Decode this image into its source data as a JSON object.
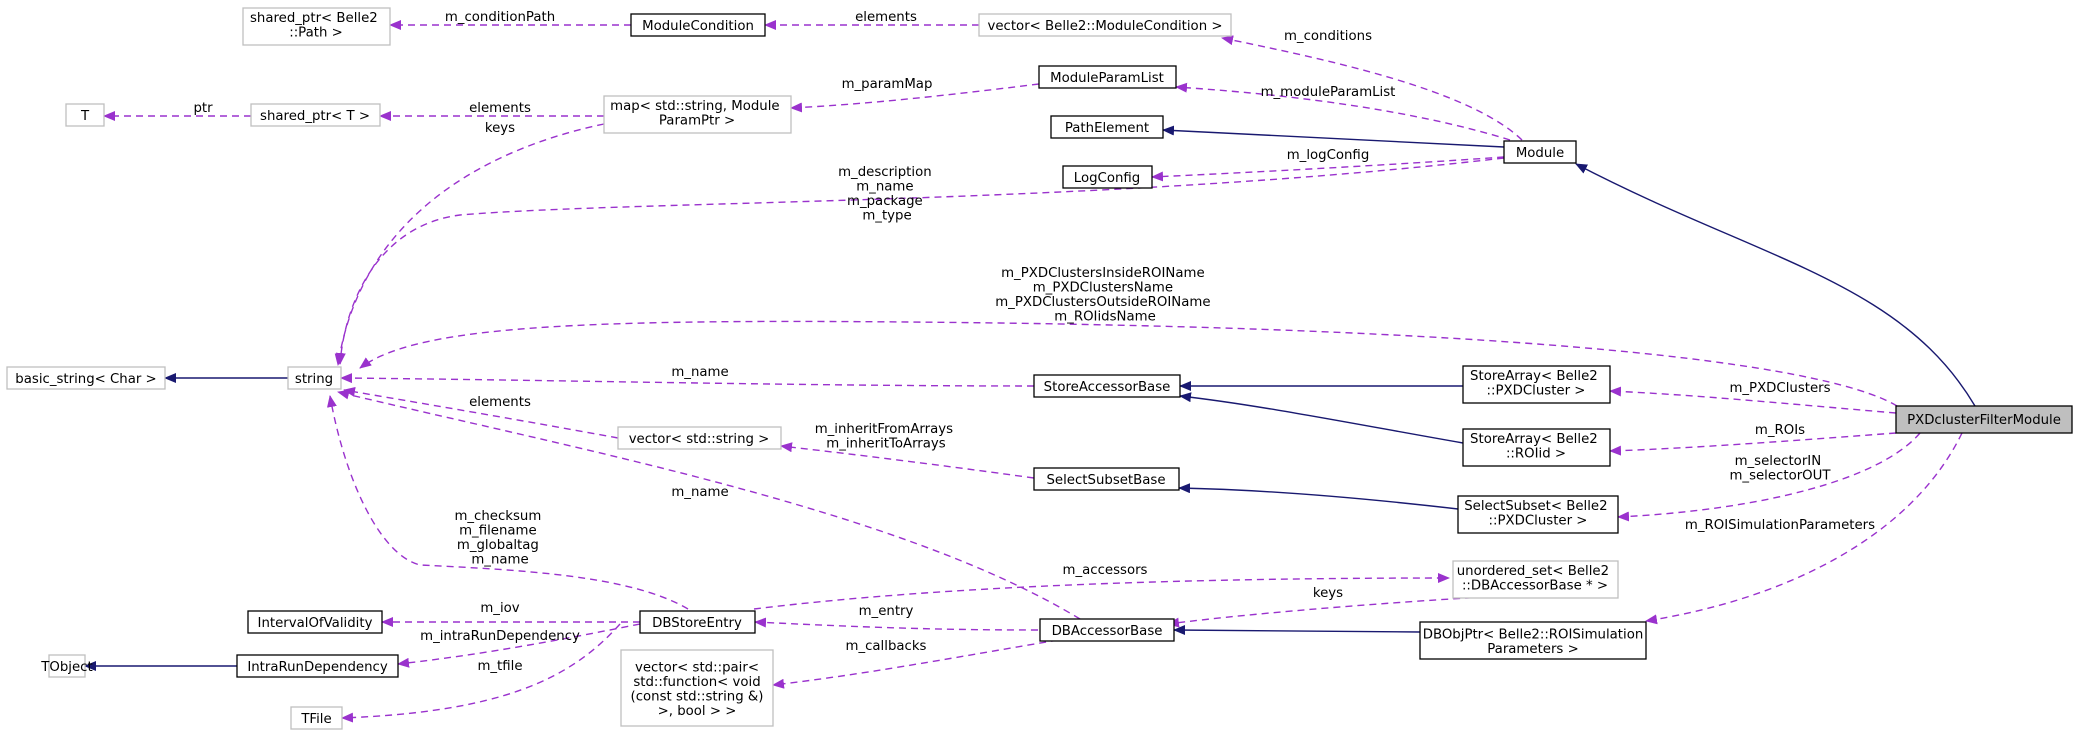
{
  "diagram": {
    "nodes": {
      "shared_ptr_path": [
        "shared_ptr< Belle2",
        "::Path >"
      ],
      "module_condition": [
        "ModuleCondition"
      ],
      "vector_module_condition": [
        "vector< Belle2::ModuleCondition >"
      ],
      "t": [
        "T"
      ],
      "shared_ptr_t": [
        "shared_ptr< T >"
      ],
      "map_param": [
        "map< std::string, Module",
        "ParamPtr >"
      ],
      "module_param_list": [
        "ModuleParamList"
      ],
      "path_element": [
        "PathElement"
      ],
      "log_config": [
        "LogConfig"
      ],
      "module": [
        "Module"
      ],
      "basic_string": [
        "basic_string< Char >"
      ],
      "string": [
        "string"
      ],
      "store_accessor_base": [
        "StoreAccessorBase"
      ],
      "store_array_pxdcluster": [
        "StoreArray< Belle2",
        "::PXDCluster >"
      ],
      "pxdcluster_filter_module": [
        "PXDclusterFilterModule"
      ],
      "vector_string": [
        "vector< std::string >"
      ],
      "store_array_roiid": [
        "StoreArray< Belle2",
        "::ROIid >"
      ],
      "select_subset_base": [
        "SelectSubsetBase"
      ],
      "select_subset_pxdcluster": [
        "SelectSubset< Belle2",
        "::PXDCluster >"
      ],
      "unordered_set": [
        "unordered_set< Belle2",
        "::DBAccessorBase * >"
      ],
      "interval_of_validity": [
        "IntervalOfValidity"
      ],
      "db_store_entry": [
        "DBStoreEntry"
      ],
      "db_accessor_base": [
        "DBAccessorBase"
      ],
      "tobject": [
        "TObject"
      ],
      "intra_run_dependency": [
        "IntraRunDependency"
      ],
      "dbobjptr": [
        "DBObjPtr< Belle2::ROISimulation",
        "Parameters >"
      ],
      "vector_pair": [
        "vector< std::pair<",
        "std::function< void",
        "(const std::string &)",
        ">, bool > >"
      ],
      "tfile": [
        "TFile"
      ]
    },
    "edge_labels": {
      "m_conditionPath": [
        "m_conditionPath"
      ],
      "elements_cond": [
        "elements"
      ],
      "m_conditions": [
        "m_conditions"
      ],
      "ptr": [
        "ptr"
      ],
      "elements_map": [
        "elements"
      ],
      "m_paramMap": [
        "m_paramMap"
      ],
      "m_moduleParamList": [
        "m_moduleParamList"
      ],
      "m_logConfig": [
        "m_logConfig"
      ],
      "keys_map": [
        "keys"
      ],
      "module_strings": [
        "m_description",
        "m_name",
        "m_package",
        "m_type"
      ],
      "filter_strings": [
        "m_PXDClustersInsideROIName",
        "m_PXDClustersName",
        "m_PXDClustersOutsideROIName",
        "m_ROIidsName"
      ],
      "m_name_store": [
        "m_name"
      ],
      "m_PXDClusters": [
        "m_PXDClusters"
      ],
      "elements_vec": [
        "elements"
      ],
      "m_inherit": [
        "m_inheritFromArrays",
        "m_inheritToArrays"
      ],
      "m_ROIs": [
        "m_ROIs"
      ],
      "m_selector": [
        "m_selectorIN",
        "m_selectorOUT"
      ],
      "m_name_db": [
        "m_name"
      ],
      "m_ROISimulationParameters": [
        "m_ROISimulationParameters"
      ],
      "dbentry_strings": [
        "m_checksum",
        "m_filename",
        "m_globaltag",
        "m_name"
      ],
      "m_accessors": [
        "m_accessors"
      ],
      "keys_set": [
        "keys"
      ],
      "m_iov": [
        "m_iov"
      ],
      "m_entry": [
        "m_entry"
      ],
      "m_intraRunDependency": [
        "m_intraRunDependency"
      ],
      "m_callbacks": [
        "m_callbacks"
      ],
      "m_tfile": [
        "m_tfile"
      ]
    },
    "colors": {
      "inheritance_edge": "#191970",
      "usage_edge": "#9a32cd",
      "focus_fill": "#bfbfbf",
      "external_border": "#bfbfbf"
    }
  }
}
